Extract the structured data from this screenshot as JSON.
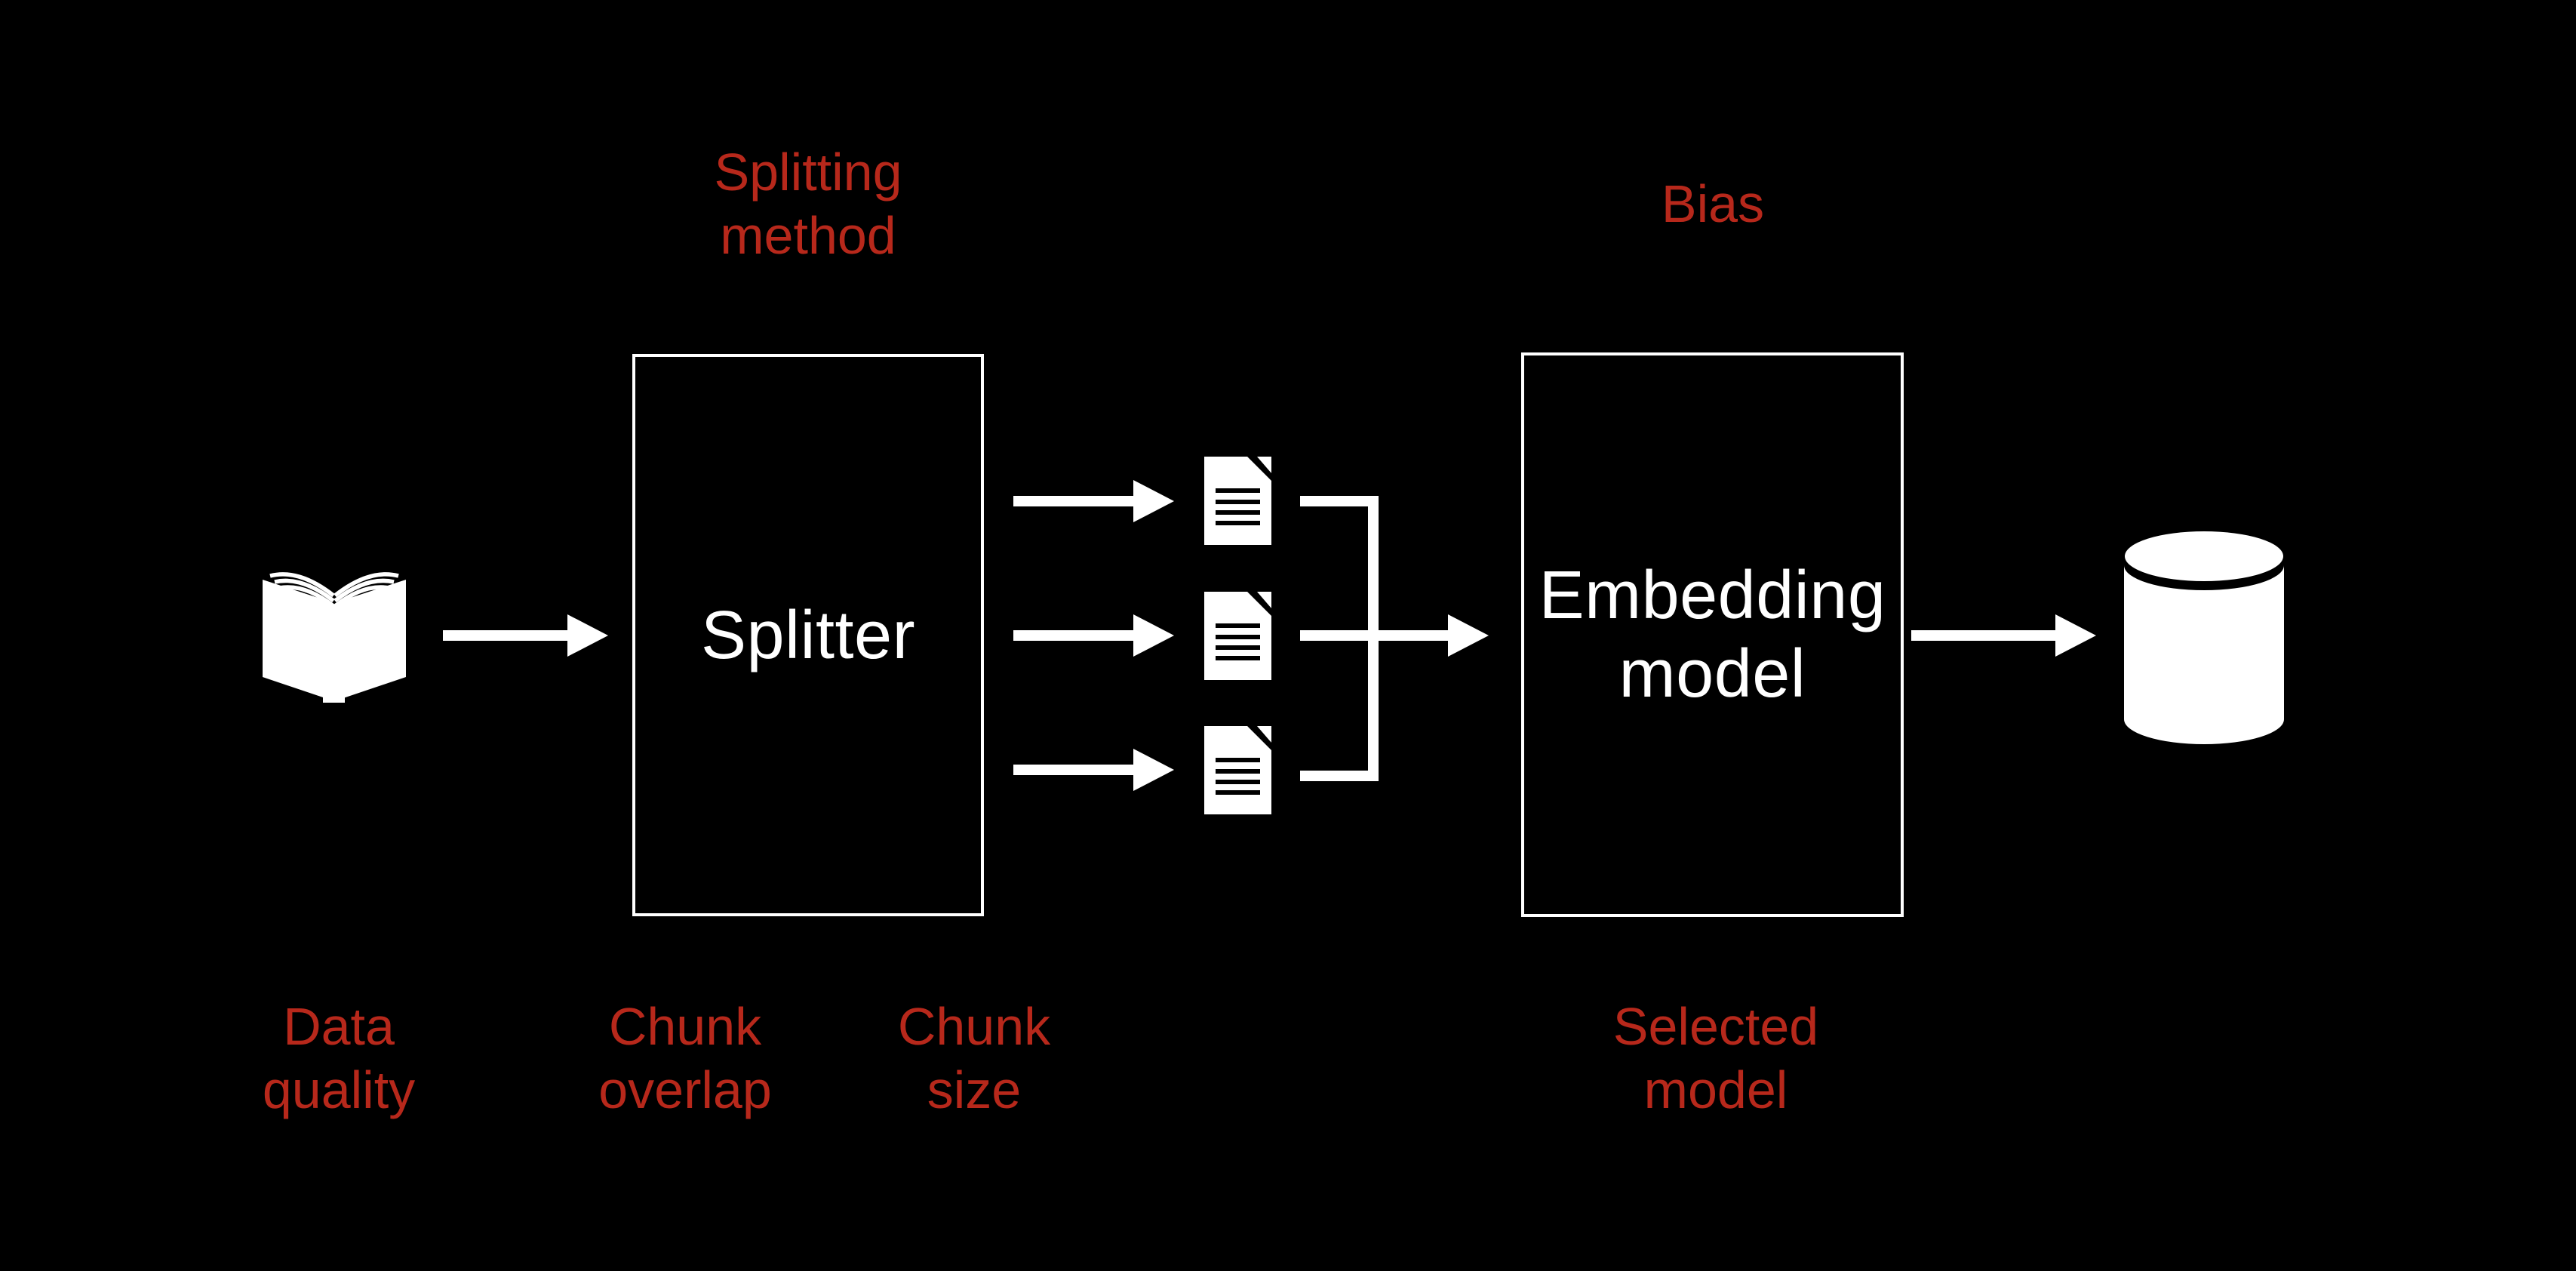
{
  "canvas": {
    "background_color": "#000000",
    "foreground_color": "#ffffff",
    "annotation_color": "#b7281b"
  },
  "nodes": {
    "splitter": {
      "label": "Splitter"
    },
    "embedding": {
      "label": "Embedding\nmodel"
    }
  },
  "annotations": {
    "splitting_method": {
      "text": "Splitting\nmethod"
    },
    "bias": {
      "text": "Bias"
    },
    "data_quality": {
      "text": "Data\nquality"
    },
    "chunk_overlap": {
      "text": "Chunk\noverlap"
    },
    "chunk_size": {
      "text": "Chunk\nsize"
    },
    "selected_model": {
      "text": "Selected\nmodel"
    }
  },
  "icons": {
    "book": "open-book-icon",
    "document": "document-chunk-icon",
    "database": "database-cylinder-icon"
  }
}
